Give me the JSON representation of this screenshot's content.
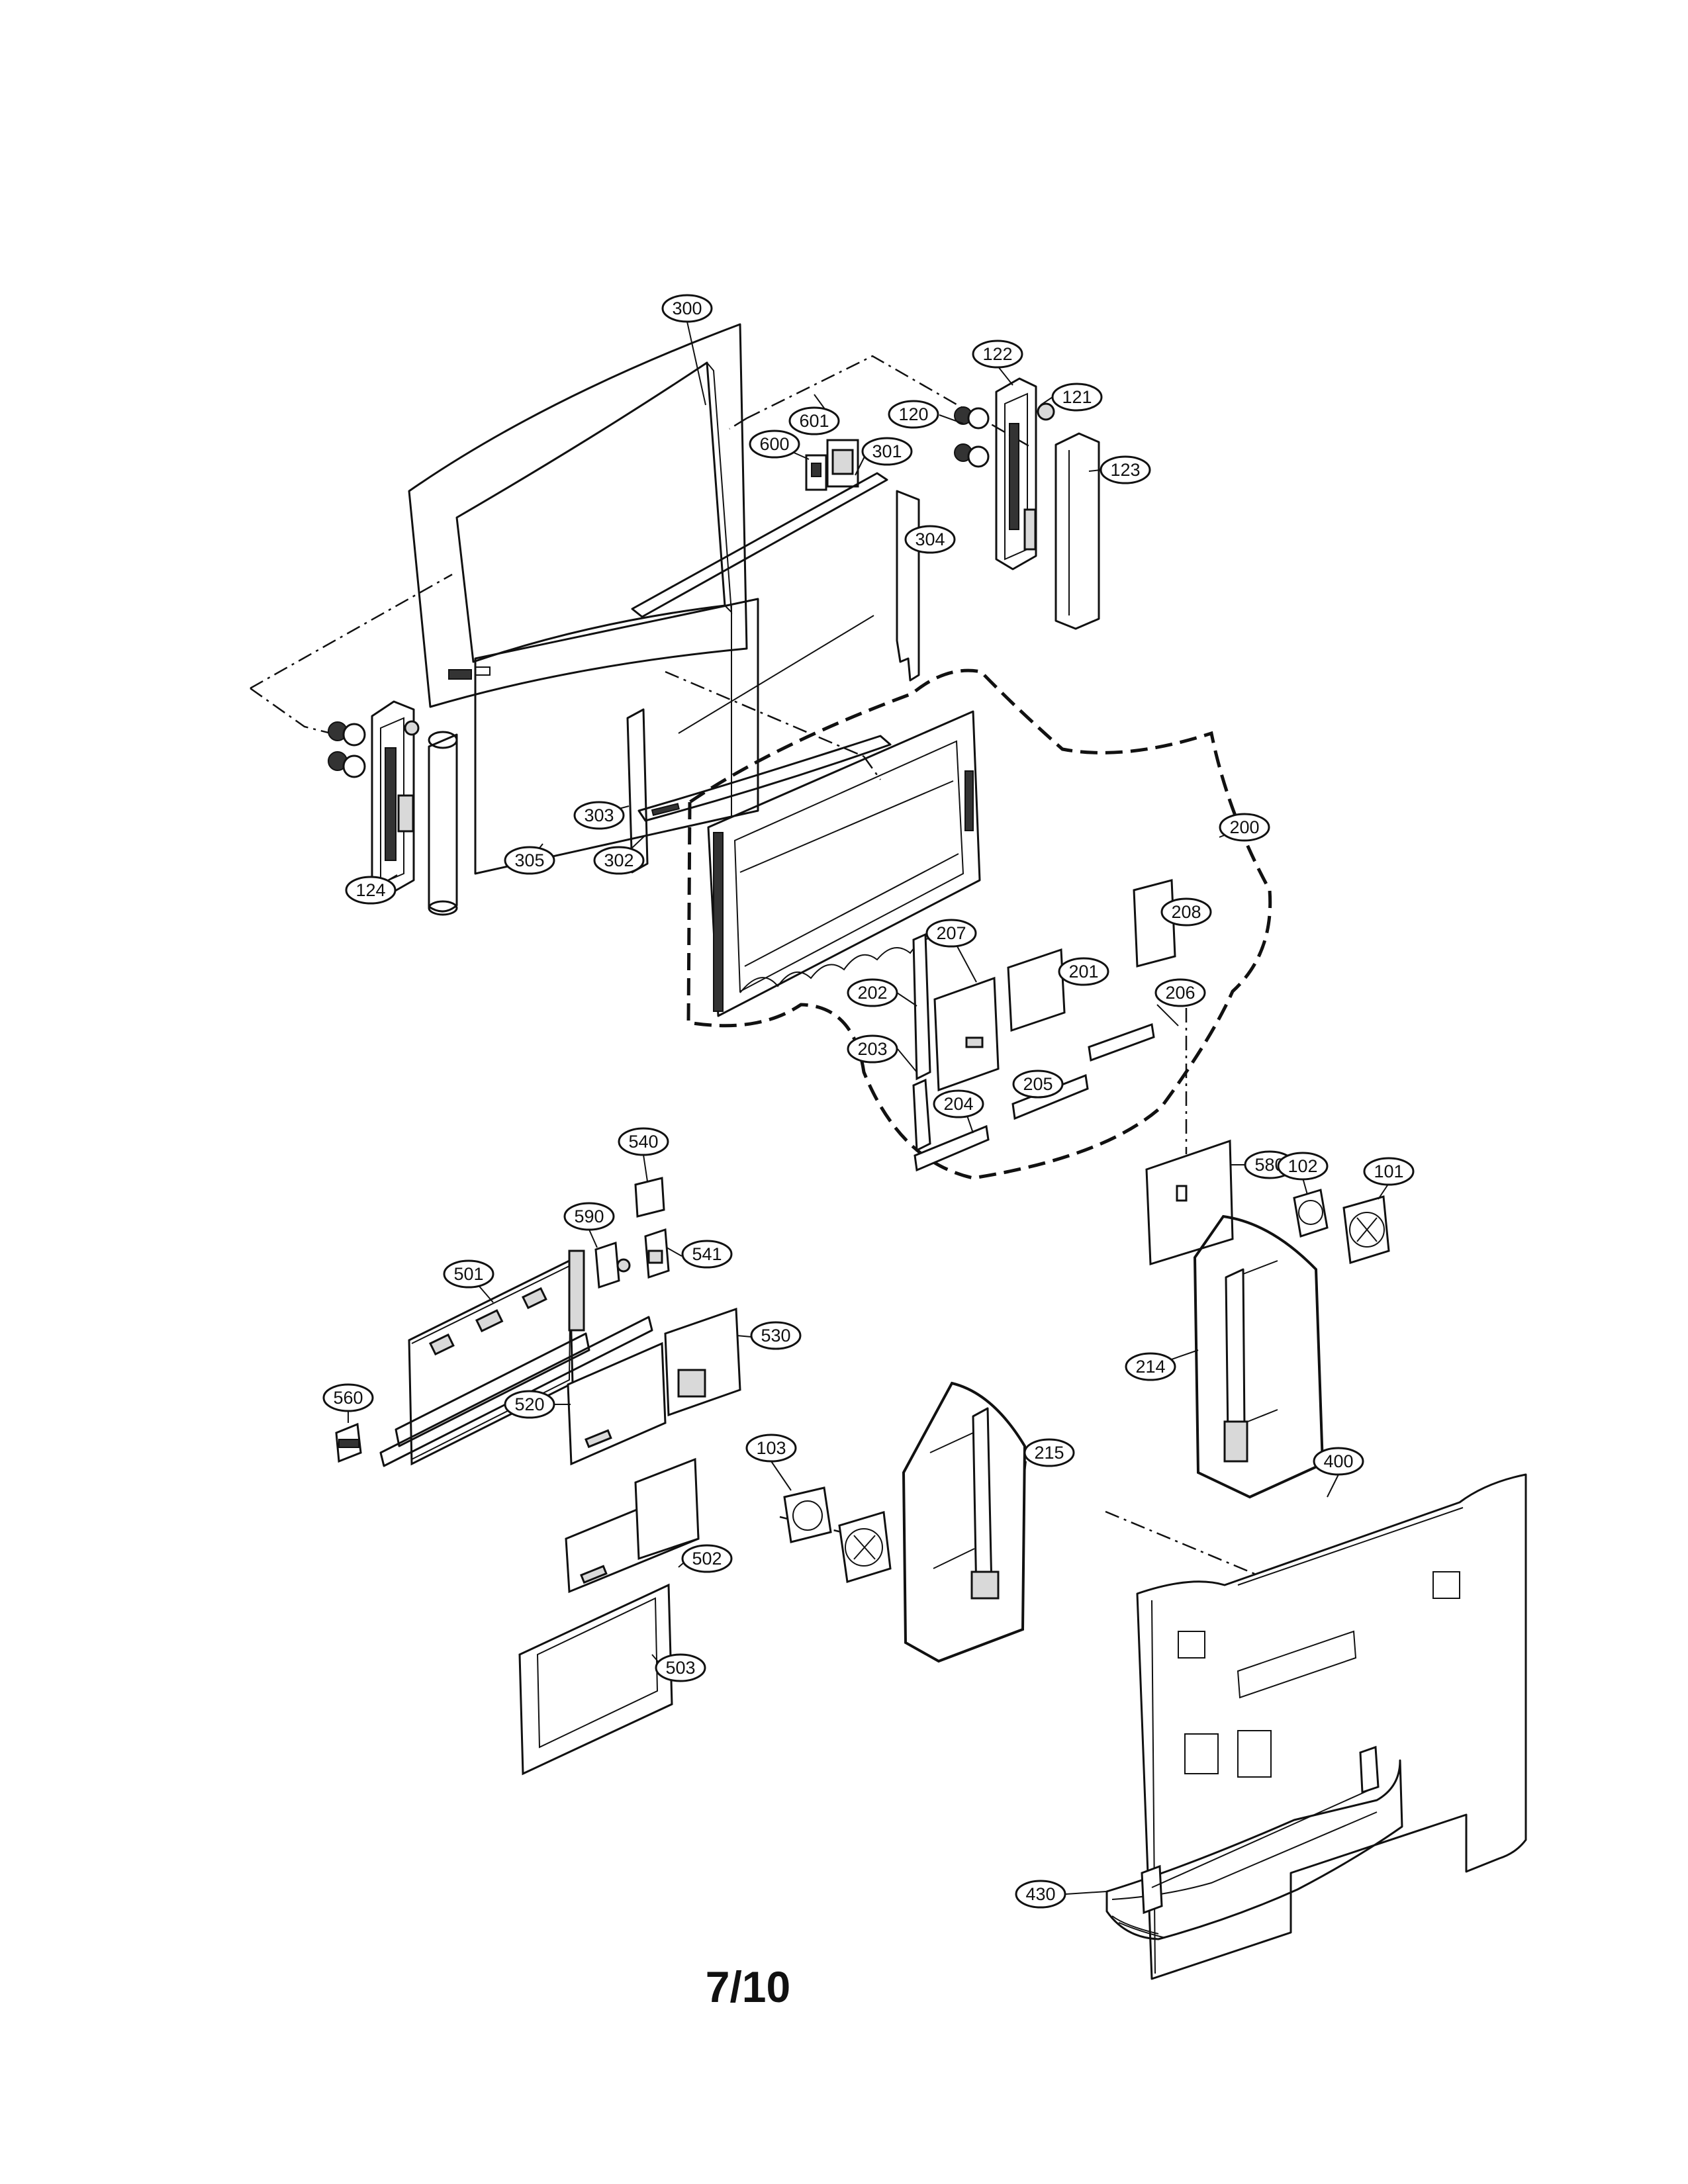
{
  "page_number": "7/10",
  "callouts": [
    {
      "id": "c300",
      "label": "300"
    },
    {
      "id": "c122",
      "label": "122"
    },
    {
      "id": "c121",
      "label": "121"
    },
    {
      "id": "c120",
      "label": "120"
    },
    {
      "id": "c123",
      "label": "123"
    },
    {
      "id": "c601",
      "label": "601"
    },
    {
      "id": "c600",
      "label": "600"
    },
    {
      "id": "c301",
      "label": "301"
    },
    {
      "id": "c304",
      "label": "304"
    },
    {
      "id": "c303",
      "label": "303"
    },
    {
      "id": "c302",
      "label": "302"
    },
    {
      "id": "c305",
      "label": "305"
    },
    {
      "id": "c124",
      "label": "124"
    },
    {
      "id": "c200",
      "label": "200"
    },
    {
      "id": "c208",
      "label": "208"
    },
    {
      "id": "c207",
      "label": "207"
    },
    {
      "id": "c201",
      "label": "201"
    },
    {
      "id": "c206",
      "label": "206"
    },
    {
      "id": "c202",
      "label": "202"
    },
    {
      "id": "c203",
      "label": "203"
    },
    {
      "id": "c205",
      "label": "205"
    },
    {
      "id": "c204",
      "label": "204"
    },
    {
      "id": "c580",
      "label": "580"
    },
    {
      "id": "c102",
      "label": "102"
    },
    {
      "id": "c101",
      "label": "101"
    },
    {
      "id": "c540",
      "label": "540"
    },
    {
      "id": "c590",
      "label": "590"
    },
    {
      "id": "c541",
      "label": "541"
    },
    {
      "id": "c501",
      "label": "501"
    },
    {
      "id": "c530",
      "label": "530"
    },
    {
      "id": "c560",
      "label": "560"
    },
    {
      "id": "c520",
      "label": "520"
    },
    {
      "id": "c214",
      "label": "214"
    },
    {
      "id": "c103",
      "label": "103"
    },
    {
      "id": "c215",
      "label": "215"
    },
    {
      "id": "c400",
      "label": "400"
    },
    {
      "id": "c502",
      "label": "502"
    },
    {
      "id": "c503",
      "label": "503"
    },
    {
      "id": "c430",
      "label": "430"
    }
  ]
}
